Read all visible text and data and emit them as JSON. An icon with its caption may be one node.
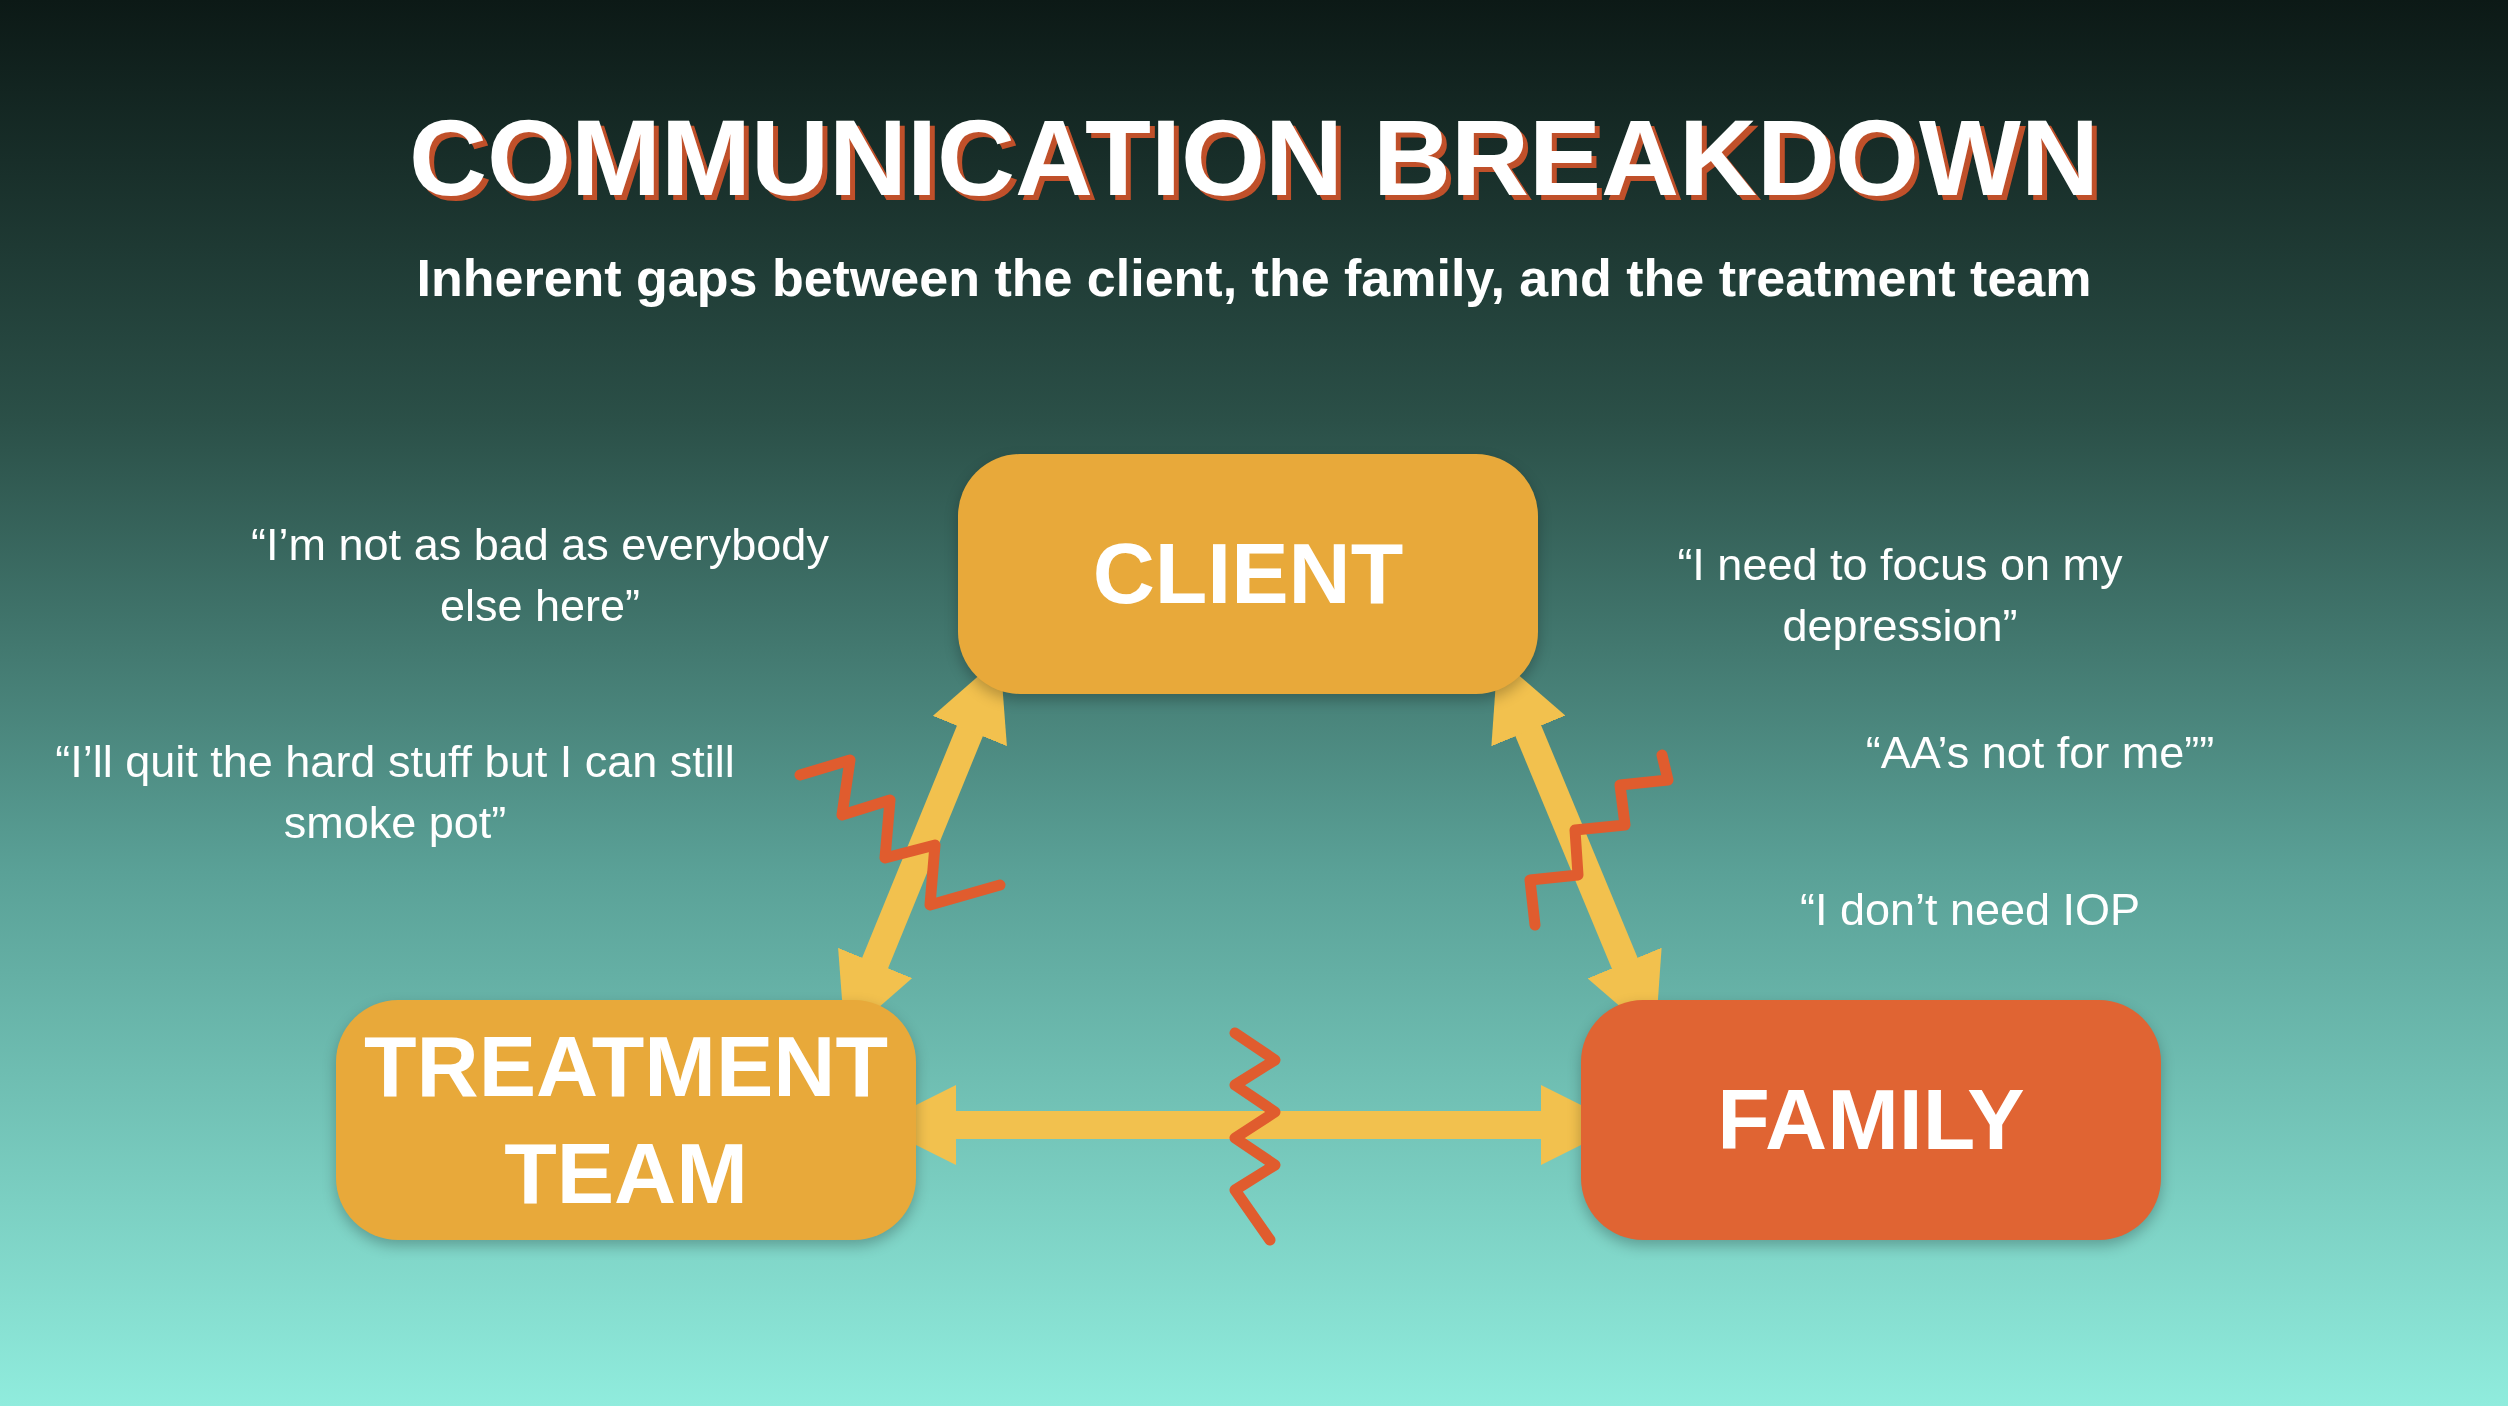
{
  "diagram": {
    "title": "COMMUNICATION BREAKDOWN",
    "caption": "Inherent gaps between the client, the family, and the treatment team",
    "nodes": [
      {
        "text": [
          "CLIENT"
        ]
      },
      {
        "text": [
          "TREATMENT TEAM"
        ]
      },
      {
        "text": [
          "FAMILY"
        ]
      }
    ],
    "edges": [
      {
        "from": 0,
        "to": 1,
        "arrow": "both"
      },
      {
        "from": 0,
        "to": 2,
        "arrow": "both"
      },
      {
        "from": 1,
        "to": 2,
        "arrow": "both"
      }
    ],
    "labels": [
      "“I’m not as bad as everybody else here”",
      "“I need to focus on my depression”",
      "“I’ll quit the hard stuff but I can still smoke pot”",
      "“AA’s not for me””",
      "“I don’t need IOP"
    ]
  }
}
